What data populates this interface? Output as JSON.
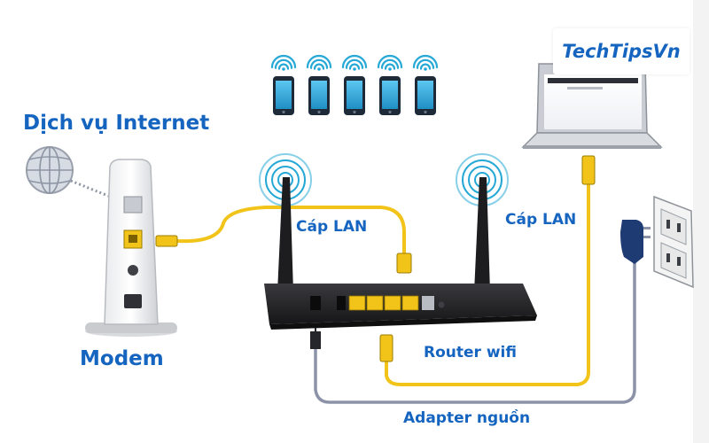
{
  "labels": {
    "internet_service": "Dịch vụ Internet",
    "modem": "Modem",
    "lan_cable_1": "Cáp LAN",
    "lan_cable_2": "Cáp LAN",
    "router": "Router wifi",
    "power_adapter": "Adapter nguồn"
  },
  "brand": "TechTipsVn",
  "colors": {
    "label": "#1565c0",
    "lan_cable": "#f2c41a",
    "power_cable": "#8c93a8",
    "router_body": "#2b2b2e",
    "wifi_signal": "#26a8d6",
    "phone": "#29a9e0"
  },
  "phones": [
    "phone",
    "phone",
    "phone",
    "phone",
    "phone"
  ]
}
